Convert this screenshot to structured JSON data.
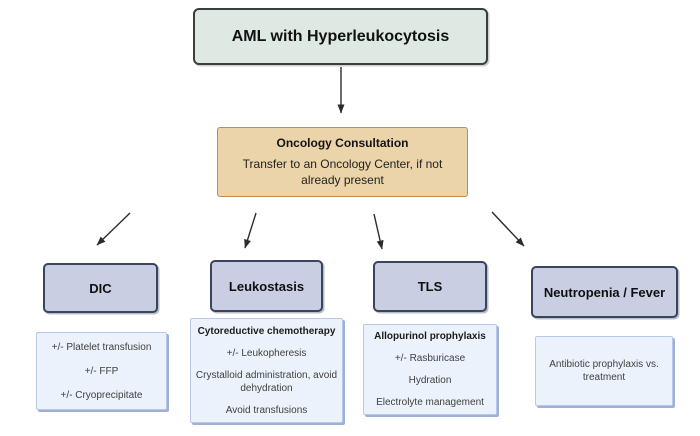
{
  "root": {
    "title": "AML with Hyperleukocytosis"
  },
  "consult": {
    "title": "Oncology Consultation",
    "body": "Transfer to an Oncology Center, if not already present"
  },
  "branches": [
    {
      "title": "DIC",
      "items": [
        "+/- Platelet transfusion",
        "+/- FFP",
        "+/- Cryoprecipitate"
      ]
    },
    {
      "title": "Leukostasis",
      "items": [
        "Cytoreductive chemotherapy",
        "+/- Leukopheresis",
        "Crystalloid administration, avoid dehydration",
        "Avoid transfusions"
      ]
    },
    {
      "title": "TLS",
      "items": [
        "Allopurinol prophylaxis",
        "+/- Rasburicase",
        "Hydration",
        "Electrolyte management"
      ]
    },
    {
      "title": "Neutropenia / Fever",
      "items": [
        "Antibiotic prophylaxis vs. treatment"
      ]
    }
  ],
  "colors": {
    "root_fill": "#dfe9e3",
    "root_border": "#3a3f3d",
    "consult_fill": "#ebd3aa",
    "consult_border": "#c08d57",
    "branch_fill": "#c9cee3",
    "branch_border": "#39455e",
    "detail_fill": "#ebf2fb",
    "detail_border": "#b7c9e6",
    "detail_shadow": "#9fb0d8",
    "arrow": "#2b2b2b"
  }
}
